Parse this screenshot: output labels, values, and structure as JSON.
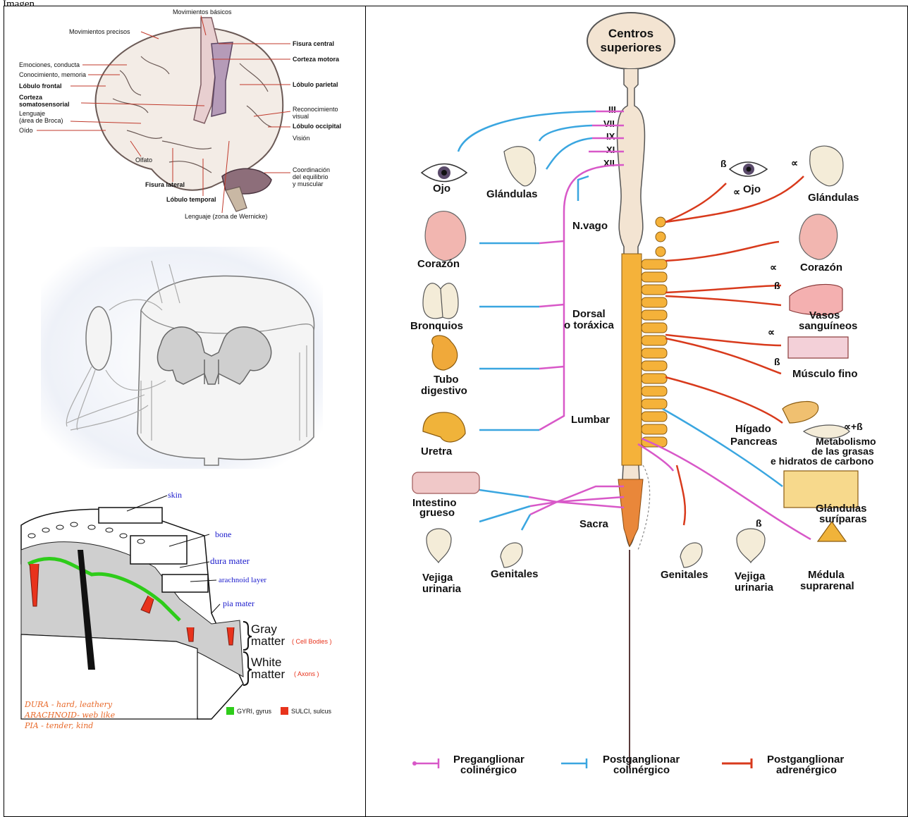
{
  "caption": "Imagen",
  "brain": {
    "labels_left": [
      "Movimientos precisos",
      "Emociones, conducta",
      "Conocimiento, memoria",
      "Lóbulo frontal",
      "Corteza",
      "somatosensorial",
      "Lenguaje",
      "(área de Broca)",
      "Oído",
      "Olfato"
    ],
    "labels_top": "Movimientos básicos",
    "labels_right": [
      "Fisura central",
      "Corteza motora",
      "Lóbulo parietal",
      "Reconocimiento",
      "visual",
      "Lóbulo occipital",
      "Visión",
      "Coordinación",
      "del equilibrio",
      "y muscular"
    ],
    "labels_bottom": [
      "Fisura lateral",
      "Lóbulo temporal",
      "Lenguaje (zona de Wernicke)"
    ]
  },
  "meninges": {
    "layers": [
      "skin",
      "bone",
      "dura mater",
      "arachnoid layer",
      "pia mater"
    ],
    "gray": "Gray",
    "gray2": "matter",
    "gray_note": "( Cell Bodies )",
    "white": "White",
    "white2": "matter",
    "white_note": "( Axons )",
    "notes": [
      "DURA - hard, leathery",
      "ARACHNOID- web like",
      "PIA - tender, kind"
    ],
    "legend": [
      "GYRI, gyrus",
      "SULCI, sulcus"
    ],
    "colors": {
      "gyri": "#2ecc1a",
      "sulci": "#e8331c",
      "label": "#1a1acc"
    }
  },
  "ans": {
    "top": [
      "Centros",
      "superiores"
    ],
    "cranial": [
      "III",
      "VII",
      "IX",
      "XI",
      "XII"
    ],
    "regions": [
      "N.vago",
      "Dorsal",
      "o toráxica",
      "Lumbar",
      "Sacra"
    ],
    "left_organs": [
      "Ojo",
      "Glándulas",
      "Corazón",
      "Bronquios",
      "Tubo",
      "digestivo",
      "Uretra",
      "Intestino",
      "grueso",
      "Vejiga",
      "urinaria",
      "Genitales"
    ],
    "right_organs": [
      "Ojo",
      "Glándulas",
      "Corazón",
      "Vasos",
      "sanguíneos",
      "Músculo fino",
      "Hígado",
      "Pancreas",
      "Metabolismo",
      "de las grasas",
      "e hidratos de carbono",
      "Glándulas",
      "suríparas",
      "Genitales",
      "Vejiga",
      "urinaria",
      "Médula",
      "suprarenal"
    ],
    "receptors": [
      "ß",
      "∝",
      "∝",
      "ß",
      "∝",
      "ß",
      "∝+ß",
      "∝",
      "ß"
    ],
    "legend": [
      {
        "l1": "Preganglionar",
        "l2": "colinérgico",
        "color": "#d858c8"
      },
      {
        "l1": "Postganglionar",
        "l2": "colinérgico",
        "color": "#3aa6e0"
      },
      {
        "l1": "Postganglionar",
        "l2": "adrenérgico",
        "color": "#d83a1c"
      }
    ]
  }
}
